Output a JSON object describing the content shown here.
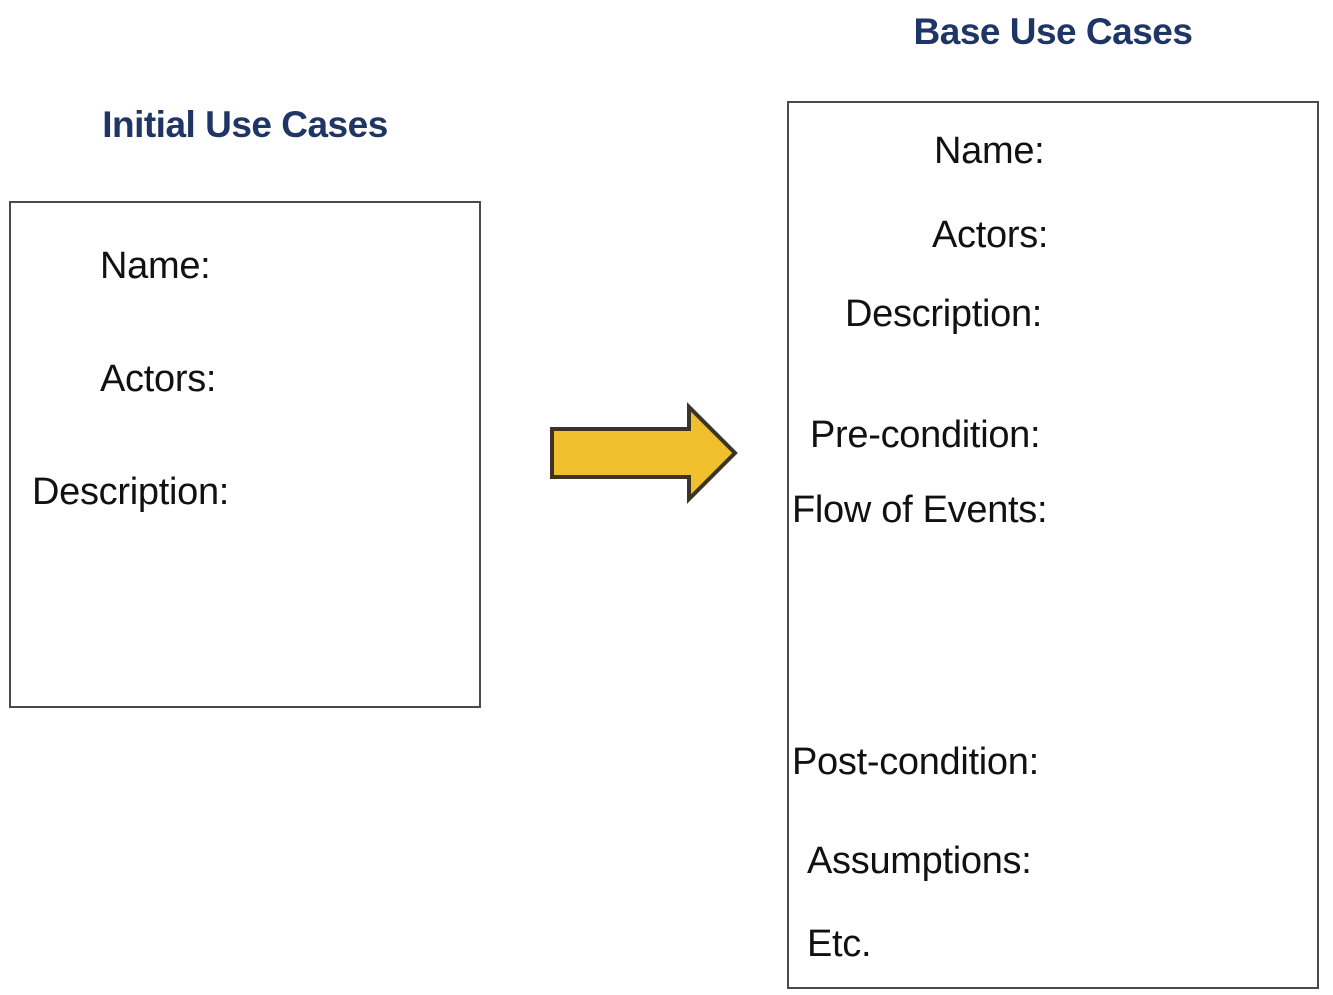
{
  "diagram": {
    "type": "transformation-flow",
    "background_color": "#ffffff",
    "title_color": "#1f3566",
    "text_color": "#111111",
    "box_border_color": "#4a4a4a",
    "arrow_fill_color": "#efc02b",
    "arrow_outline_color": "#3d3428"
  },
  "panels": {
    "left": {
      "title": "Initial Use Cases",
      "fields": [
        {
          "label": "Name:"
        },
        {
          "label": "Actors:"
        },
        {
          "label": "Description:"
        }
      ]
    },
    "right": {
      "title": "Base Use Cases",
      "fields": [
        {
          "label": "Name:"
        },
        {
          "label": "Actors:"
        },
        {
          "label": "Description:"
        },
        {
          "label": "Pre-condition:"
        },
        {
          "label": "Flow of Events:"
        },
        {
          "label": "Post-condition:"
        },
        {
          "label": "Assumptions:"
        },
        {
          "label": "Etc."
        }
      ]
    }
  },
  "connector": {
    "icon": "right-block-arrow-icon",
    "direction": "right"
  }
}
